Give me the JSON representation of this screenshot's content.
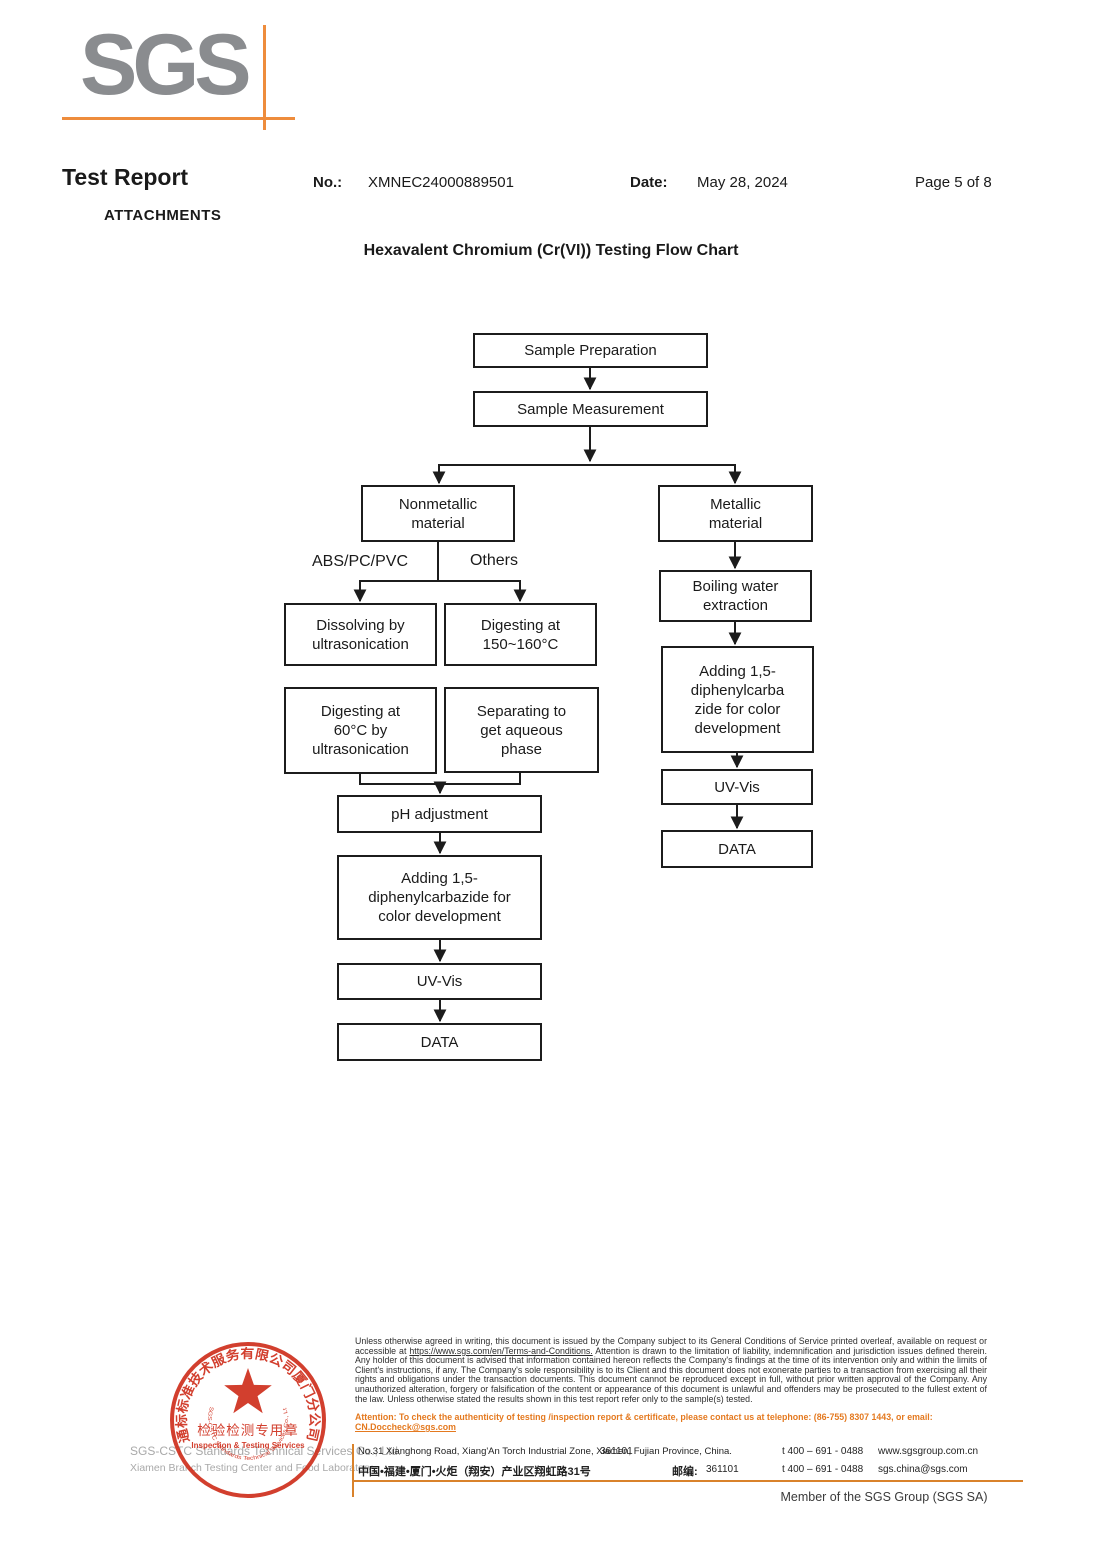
{
  "logo": {
    "text": "SGS"
  },
  "header": {
    "report_title": "Test Report",
    "attachments_label": "ATTACHMENTS",
    "no_label": "No.:",
    "no_value": "XMNEC24000889501",
    "date_label": "Date:",
    "date_value": "May 28, 2024",
    "page_label": "Page 5 of 8",
    "chart_title": "Hexavalent Chromium (Cr(VI)) Testing Flow Chart"
  },
  "flowchart": {
    "sample_preparation": "Sample Preparation",
    "sample_measurement": "Sample Measurement",
    "nonmetallic": "Nonmetallic\nmaterial",
    "metallic": "Metallic\nmaterial",
    "abs_label": "ABS/PC/PVC",
    "others_label": "Others",
    "dissolving": "Dissolving by\nultrasonication",
    "digesting150": "Digesting at\n150~160°C",
    "boiling": "Boiling water\nextraction",
    "digesting60": "Digesting at\n60°C by\nultrasonication",
    "separating": "Separating to\nget aqueous\nphase",
    "adding_right": "Adding 1,5-\ndiphenylcarba\nzide for color\ndevelopment",
    "ph_adjustment": "pH adjustment",
    "adding_left": "Adding 1,5-\ndiphenylcarbazide for\ncolor development",
    "uvvis_left": "UV-Vis",
    "data_left": "DATA",
    "uvvis_right": "UV-Vis",
    "data_right": "DATA"
  },
  "footer": {
    "legal_before_link": "Unless otherwise agreed in writing, this document is issued by the Company subject to its General Conditions of Service printed overleaf, available on request or accessible at ",
    "legal_link": "https://www.sgs.com/en/Terms-and-Conditions.",
    "legal_after_link": " Attention is drawn to the limitation of liability, indemnification and jurisdiction issues defined therein. Any holder of this document is advised that information contained hereon reflects the Company's findings at the time of its intervention only and within the limits of Client's instructions, if any. The Company's sole responsibility is to its Client and this document does not exonerate parties to a transaction from exercising all their rights and obligations under the transaction documents. This document cannot be reproduced except in full, without prior written approval of the Company. Any unauthorized alteration, forgery or falsification of the content or appearance of this document is unlawful and offenders may be prosecuted to the fullest extent of the law. Unless otherwise stated the results shown in this test report refer only to the sample(s) tested.",
    "attention_before_link": "Attention: To check the authenticity of testing /inspection report & certificate, please contact us at telephone: (86-755) 8307 1443, or email: ",
    "attention_link": "CN.Doccheck@sgs.com",
    "company_line1": "SGS-CSTC Standards Technical Services Co., Ltd.",
    "company_line2": "Xiamen Branch Testing Center and Food Laboratory.",
    "stamp": {
      "ring_text": "通标标准技术服务有限公司厦门分公司",
      "arc_text": "SGS-CSTC Standards Technical Services Co., Ltd Xiamen Branch",
      "line_cn": "检验检测专用章",
      "line_en": "Inspection & Testing Services"
    },
    "address_en": "No.31 Xianghong Road, Xiang'An Torch Industrial Zone, Xiamen, Fujian Province, China.",
    "postal_en": "361101",
    "address_cn": "中国•福建•厦门•火炬（翔安）产业区翔虹路31号",
    "postal_cn_label": "邮编:",
    "postal_cn_value": "361101",
    "tel1": "t 400 – 691 - 0488",
    "tel2": "t 400 – 691 - 0488",
    "website": "www.sgsgroup.com.cn",
    "email": "sgs.china@sgs.com",
    "member_text": "Member of the SGS Group (SGS SA)"
  },
  "colors": {
    "sgs_orange": "#ee8c3c",
    "footer_orange_line": "#d9822b",
    "attention_orange": "#e4791f",
    "stamp_red": "#cf2f1d",
    "logo_gray": "#8a8c8f",
    "line_black": "#1c1c1c"
  }
}
